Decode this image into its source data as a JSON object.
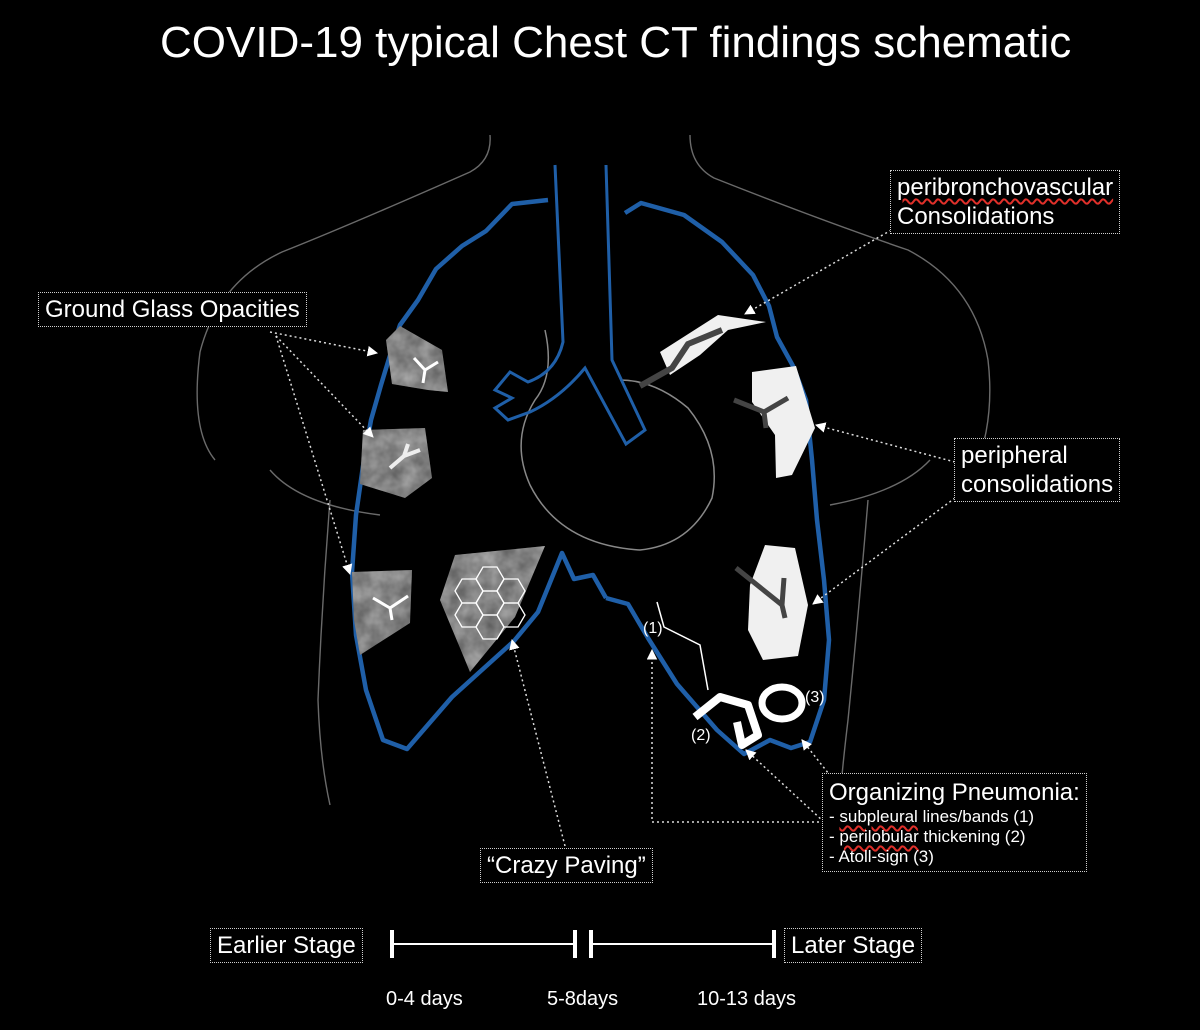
{
  "title": "COVID-19 typical Chest CT findings schematic",
  "labels": {
    "ground_glass": "Ground Glass Opacities",
    "peribronchovascular_line1": "peribronchovascular",
    "peribronchovascular_line2": "Consolidations",
    "peripheral_line1": "peripheral",
    "peripheral_line2": "consolidations",
    "crazy_paving": "“Crazy Paving”",
    "organizing": {
      "heading": "Organizing Pneumonia:",
      "items": [
        {
          "prefix": "- ",
          "underlined": "subpleural",
          "rest": " lines/bands (1)"
        },
        {
          "prefix": "- ",
          "underlined": "perilobular",
          "rest": " thickening (2)"
        },
        {
          "prefix": "- ",
          "underlined": "",
          "rest": "Atoll-sign (3)"
        }
      ]
    },
    "markers": [
      "(1)",
      "(2)",
      "(3)"
    ]
  },
  "timeline": {
    "start_label": "Earlier Stage",
    "end_label": "Later Stage",
    "periods": [
      "0-4 days",
      "5-8days",
      "10-13 days"
    ]
  },
  "colors": {
    "background": "#000000",
    "lung_outline": "#1f5fa8",
    "misspelling_underline": "#e0302a"
  }
}
